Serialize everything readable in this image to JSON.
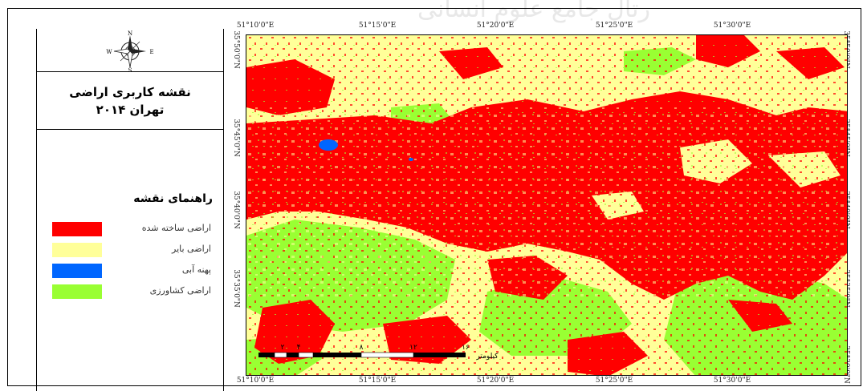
{
  "map": {
    "title_line1": "نقشه کاربری اراضی",
    "title_line2": "تهران ۲۰۱۴",
    "legend_title": "راهنمای نقشه",
    "watermark": "رتال جامع علوم انسانی",
    "compass": {
      "n": "N",
      "s": "S",
      "e": "E",
      "w": "W"
    },
    "legend": [
      {
        "label": "اراضی ساخته شده",
        "color": "#ff0000"
      },
      {
        "label": "اراضی بایر",
        "color": "#ffff99"
      },
      {
        "label": "پهنه آبی",
        "color": "#0066ff"
      },
      {
        "label": "اراضی کشاورزی",
        "color": "#99ff33"
      }
    ],
    "ticks_top": [
      "51°10'0\"E",
      "51°15'0\"E",
      "51°20'0\"E",
      "51°25'0\"E",
      "51°30'0\"E"
    ],
    "ticks_bottom": [
      "51°10'0\"E",
      "51°15'0\"E",
      "51°20'0\"E",
      "51°25'0\"E",
      "51°30'0\"E"
    ],
    "ticks_left": [
      "35°50'0\"N",
      "35°45'0\"N",
      "35°40'0\"N",
      "35°35'0\"N"
    ],
    "ticks_right": [
      "35°50'0\"N",
      "35°45'0\"N",
      "35°40'0\"N",
      "35°35'0\"N",
      "35°30'0\"N"
    ],
    "scale": {
      "labels": [
        "۰",
        "۲",
        "۴",
        "۸",
        "۱۲",
        "۱۶"
      ],
      "unit": "کیلومتر"
    }
  }
}
